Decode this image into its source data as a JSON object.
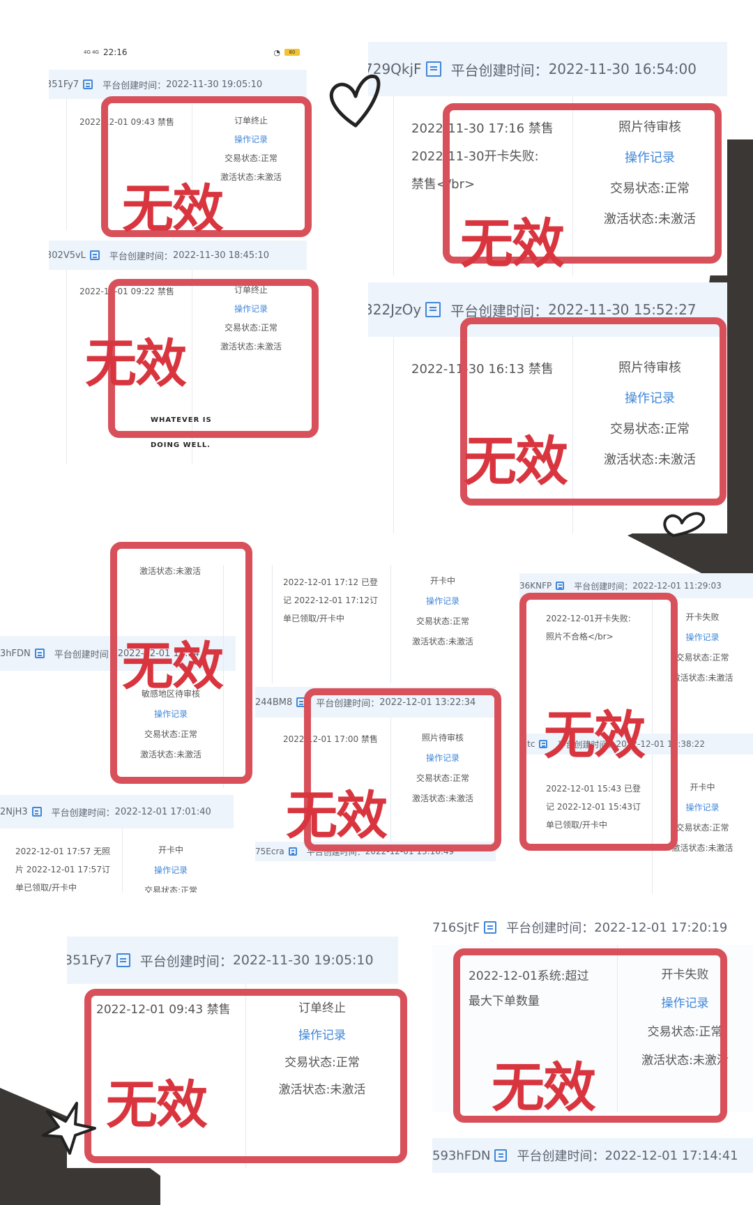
{
  "phone_status": {
    "signal": "4G 4G",
    "time": "22:16",
    "battery": "80"
  },
  "invalid_stamp": "无效",
  "platform_created_label": "平台创建时间：",
  "ops_record": "操作记录",
  "trade_status": "交易状态:正常",
  "activation_status": "激活状态:未激活",
  "caption": {
    "line1": "WHATEVER IS",
    "line2": "DOING WELL."
  },
  "cards": [
    {
      "id": "c1",
      "code": "351Fy7",
      "created": "2022-11-30 19:05:10",
      "lines": [
        "2022-12-01 09:43 禁售"
      ],
      "status": "订单终止"
    },
    {
      "id": "c2",
      "code": "302V5vL",
      "created": "2022-11-30 18:45:10",
      "lines": [
        "2022-12-01 09:22 禁售"
      ],
      "status": "订单终止"
    },
    {
      "id": "c3",
      "code": "729QkjF",
      "created": "2022-11-30 16:54:00",
      "lines": [
        "2022-11-30 17:16 禁售",
        "2022-11-30开卡失败:",
        "禁售</br>"
      ],
      "status": "照片待审核"
    },
    {
      "id": "c4",
      "code": "322JzOy",
      "created": "2022-11-30 15:52:27",
      "lines": [
        "2022-11-30 16:13 禁售"
      ],
      "status": "照片待审核"
    },
    {
      "id": "c5",
      "code": "3hFDN",
      "created": "2022-12-01 17:14",
      "lines": [],
      "top_fragment": "激活状态:未激活",
      "status": "敏感地区待审核"
    },
    {
      "id": "c6",
      "code": "",
      "created": "",
      "lines": [
        "2022-12-01 17:12 已登",
        "记 2022-12-01 17:12订",
        "单已领取/开卡中"
      ],
      "status": "开卡中"
    },
    {
      "id": "c7",
      "code": "244BM8",
      "created": "2022-12-01 13:22:34",
      "lines": [
        "2022-12-01 17:00 禁售"
      ],
      "status": "照片待审核"
    },
    {
      "id": "c8",
      "code": "36KNFP",
      "created": "2022-12-01 11:29:03",
      "lines": [
        "2022-12-01开卡失败:",
        "照片不合格</br>"
      ],
      "status": "开卡失败"
    },
    {
      "id": "c9",
      "code": "4Jtc",
      "created": "2022-12-01 10:38:22",
      "lines": [
        "2022-12-01 15:43 已登",
        "记 2022-12-01 15:43订",
        "单已领取/开卡中"
      ],
      "status": "开卡中"
    },
    {
      "id": "c10",
      "code": "2NjH3",
      "created": "2022-12-01 17:01:40",
      "lines": [
        "2022-12-01 17:57 无照",
        "片 2022-12-01 17:57订",
        "单已领取/开卡中"
      ],
      "status": "开卡中"
    },
    {
      "id": "c11",
      "code": "75Ecra",
      "created": "2022-12-01 13:16:49",
      "lines": [],
      "status": ""
    },
    {
      "id": "c12",
      "code": "351Fy7",
      "created": "2022-11-30 19:05:10",
      "lines": [
        "2022-12-01 09:43 禁售"
      ],
      "status": "订单终止"
    },
    {
      "id": "c13",
      "code": "716SjtF",
      "created": "2022-12-01 17:20:19",
      "lines": [
        "2022-12-01系统:超过",
        "最大下单数量"
      ],
      "status": "开卡失败"
    },
    {
      "id": "c14",
      "code": "593hFDN",
      "created": "2022-12-01 17:14:41",
      "lines": [],
      "status": ""
    }
  ]
}
